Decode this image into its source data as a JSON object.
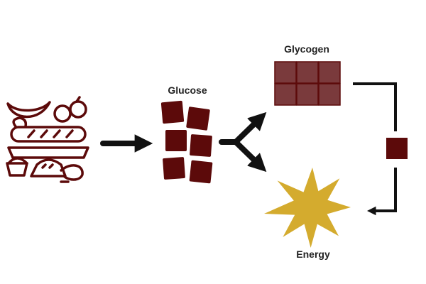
{
  "diagram": {
    "labels": {
      "glucose": "Glucose",
      "glycogen": "Glycogen",
      "energy": "Energy"
    },
    "icons": {
      "food": "food-basket-icon",
      "glucose": "glucose-cubes-icon",
      "glycogen": "glycogen-block-icon",
      "energy": "energy-burst-icon"
    },
    "colors": {
      "maroon": "#5c0a0a",
      "glycogen_fill": "#7a3a3c",
      "arrow": "#111111",
      "energy": "#d4ab2e",
      "text": "#222222"
    }
  }
}
